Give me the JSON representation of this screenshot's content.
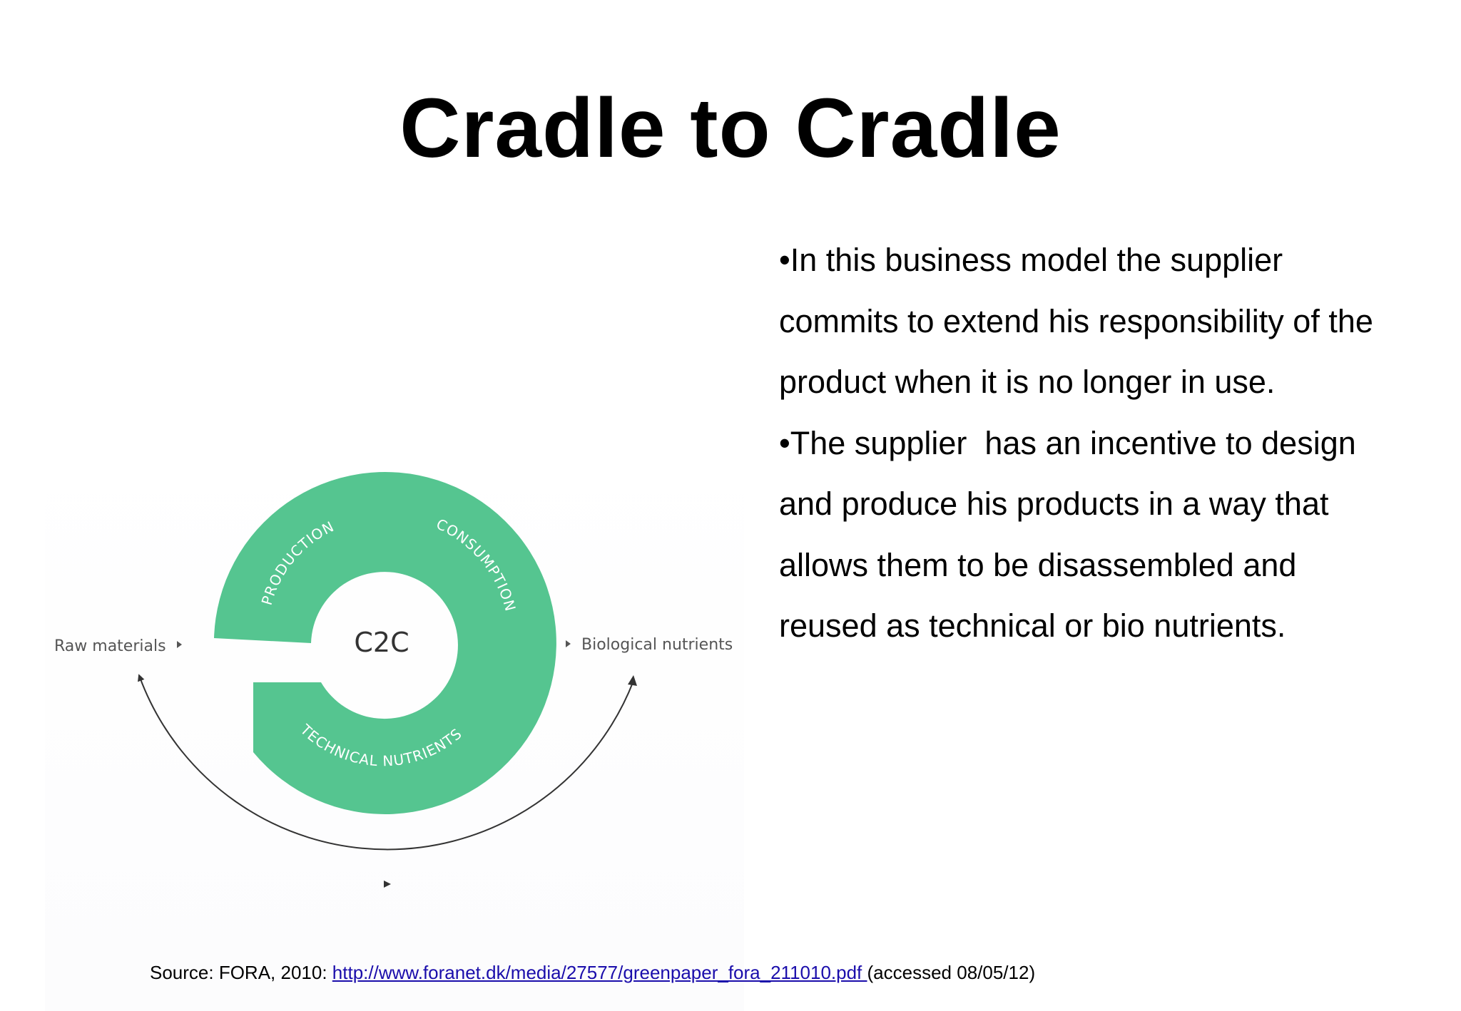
{
  "slide": {
    "title": "Cradle to Cradle",
    "bullets": [
      "•In this business model the supplier",
      "commits to extend his responsibility of the",
      "product when it is no longer in use.",
      "•The supplier  has an incentive to design",
      "and produce his products in a way that",
      "allows them to be disassembled and",
      "reused as technical or bio nutrients."
    ]
  },
  "diagram": {
    "center_label": "C2C",
    "ring_labels": {
      "production": "PRODUCTION",
      "consumption": "CONSUMPTION",
      "technical": "TECHNICAL NUTRIENTS"
    },
    "raw_materials": "Raw materials",
    "biological_nutrients": "Biological nutrients",
    "ring_color": "#55c590",
    "arrow_color": "#333333"
  },
  "source": {
    "prefix": "Source: FORA, 2010: ",
    "link": "http://www.foranet.dk/media/27577/greenpaper_fora_211010.pdf ",
    "suffix": "(accessed 08/05/12)"
  }
}
